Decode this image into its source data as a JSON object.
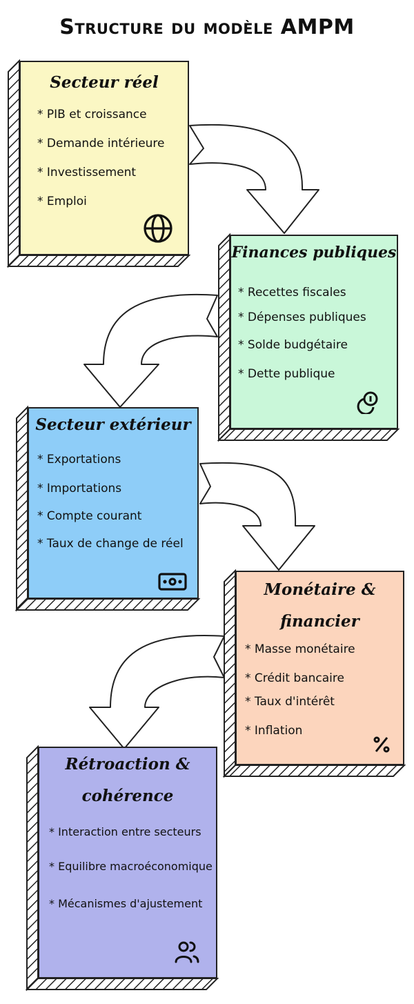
{
  "title": "Structure du modèle AMPM",
  "cards": [
    {
      "id": "secteur-reel",
      "title": [
        "Secteur réel"
      ],
      "color": "#fbf7c4",
      "items": [
        "* PIB et croissance",
        "* Demande intérieure",
        "* Investissement",
        "* Emploi"
      ],
      "icon": "globe-icon"
    },
    {
      "id": "finances-publiques",
      "title": [
        "Finances publiques"
      ],
      "color": "#c9f7d9",
      "items": [
        "* Recettes fiscales",
        "* Dépenses publiques",
        "* Solde budgétaire",
        "* Dette publique"
      ],
      "icon": "coins-icon"
    },
    {
      "id": "secteur-exterieur",
      "title": [
        "Secteur extérieur"
      ],
      "color": "#8ecdf8",
      "items": [
        "* Exportations",
        "* Importations",
        "* Compte courant",
        "* Taux de change de réel"
      ],
      "icon": "banknote-icon"
    },
    {
      "id": "monetaire-financier",
      "title": [
        "Monétaire &",
        "financier"
      ],
      "color": "#fcd5bd",
      "items": [
        "* Masse monétaire",
        "* Crédit bancaire",
        "* Taux d'intérêt",
        "* Inflation"
      ],
      "icon": "percent-icon"
    },
    {
      "id": "retroaction-coherence",
      "title": [
        "Rétroaction &",
        "cohérence"
      ],
      "color": "#b0b2ec",
      "items": [
        "* Interaction entre secteurs",
        "* Equilibre macroéconomique",
        "* Mécanismes d'ajustement"
      ],
      "icon": "users-icon"
    }
  ]
}
